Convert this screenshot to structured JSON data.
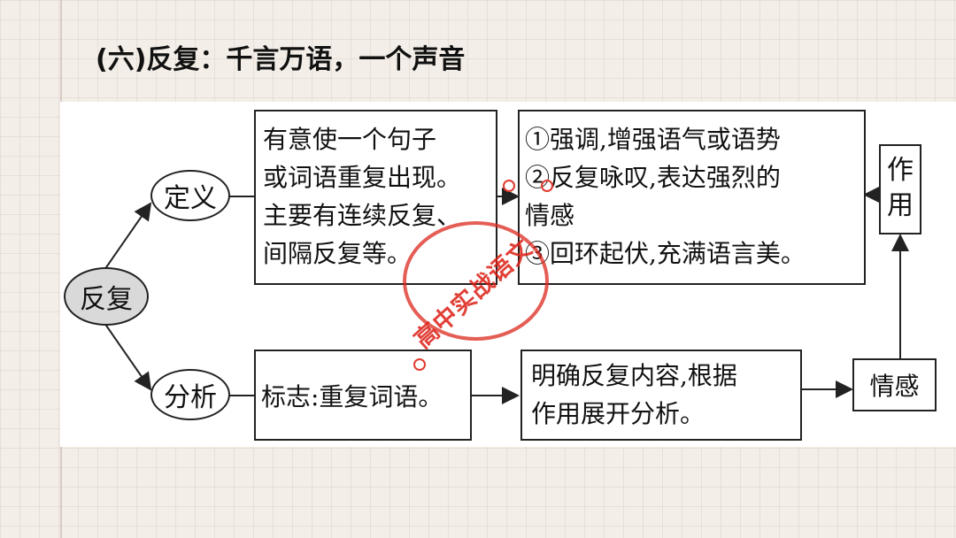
{
  "title": "(六)反复：千言万语，一个声音",
  "diagram": {
    "root": "反复",
    "branch_definition": "定义",
    "branch_analysis": "分析",
    "definition_text": "有意使一个句子\n或词语重复出现。\n主要有连续反复、\n间隔反复等。",
    "effects_text": "①强调,增强语气或语势\n②反复咏叹,表达强烈的\n情感\n③回环起伏,充满语言美。",
    "effect_label": "作\n用",
    "marker_text": "标志:重复词语。",
    "method_text": "明确反复内容,根据\n作用展开分析。",
    "emotion_label": "情感"
  },
  "watermark": "高中实战语文",
  "colors": {
    "stamp": "#e23b2f",
    "line": "#222222",
    "root_fill": "#d9d9d9"
  }
}
